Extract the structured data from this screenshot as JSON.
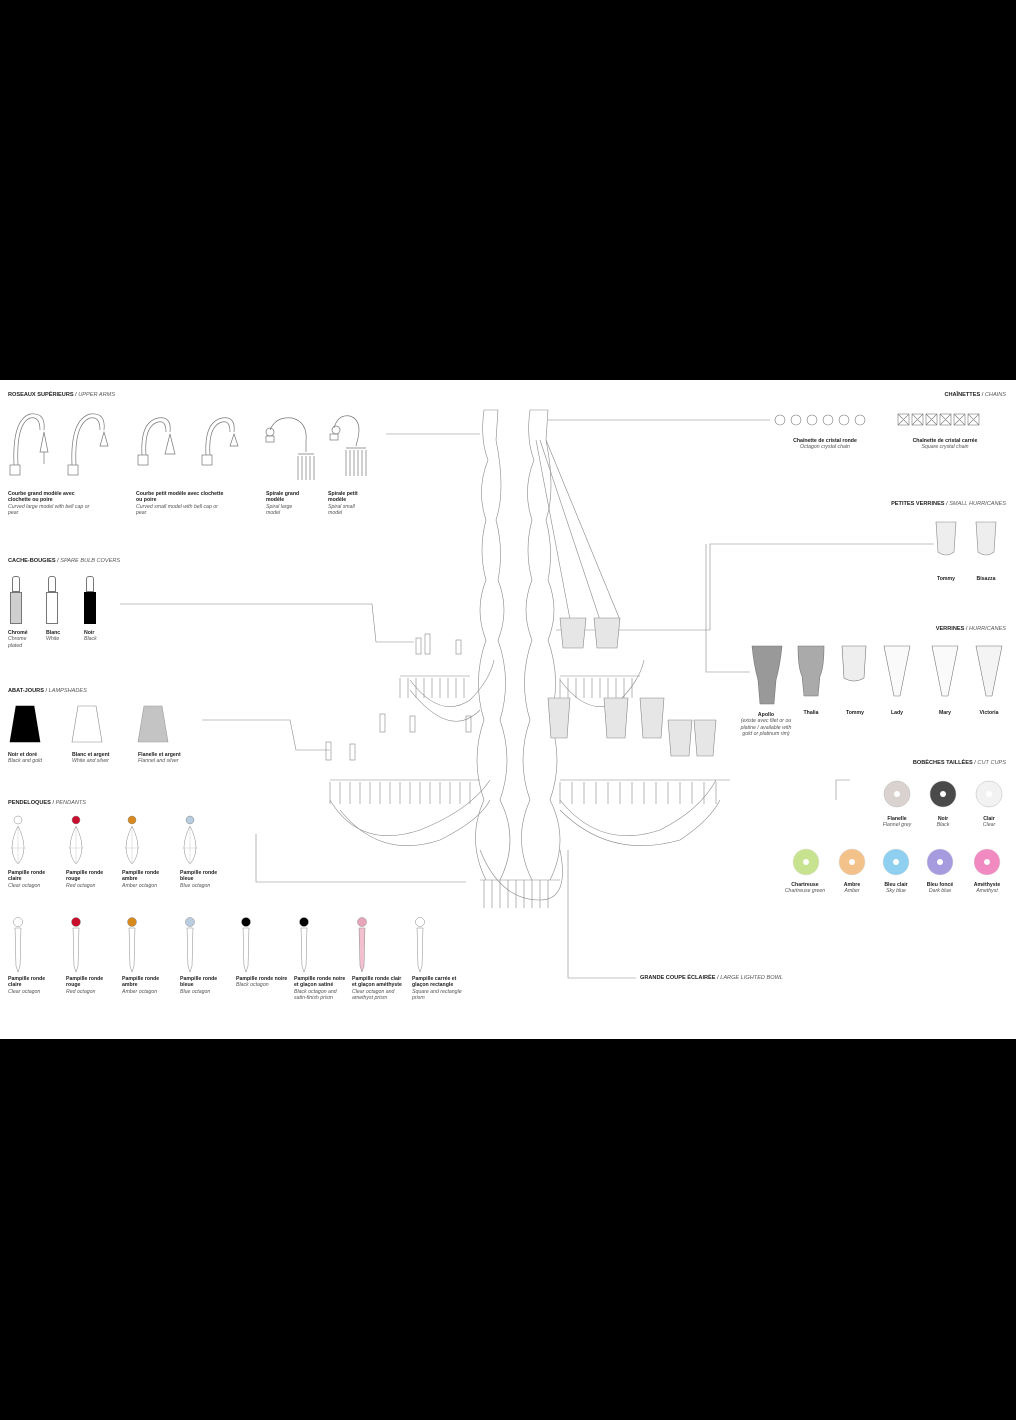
{
  "sections": {
    "upper_arms": {
      "title": "ROSEAUX SUPÉRIEURS",
      "title_en": "UPPER ARMS"
    },
    "bulb_covers": {
      "title": "CACHE-BOUGIES",
      "title_en": "SPARE BULB COVERS"
    },
    "lampshades": {
      "title": "ABAT-JOURS",
      "title_en": "LAMPSHADES"
    },
    "pendants": {
      "title": "PENDELOQUES",
      "title_en": "PENDANTS"
    },
    "chains": {
      "title": "CHAÎNETTES",
      "title_en": "CHAINS"
    },
    "small_hurricanes": {
      "title": "PETITES VERRINES",
      "title_en": "SMALL HURRICANES"
    },
    "hurricanes": {
      "title": "VERRINES",
      "title_en": "HURRICANES"
    },
    "cut_cups": {
      "title": "BOBÈCHES TAILLÉES",
      "title_en": "CUT CUPS"
    },
    "large_bowl": {
      "title": "GRANDE COUPE ÉCLAIRÉE",
      "title_en": "LARGE LIGHTED BOWL"
    }
  },
  "upper_arms": [
    {
      "fr": "Courbe grand modèle avec clochette ou poire",
      "en": "Curved large model with bell cap or pear"
    },
    {
      "fr": "Courbe petit modèle avec clochette ou poire",
      "en": "Curved small model with bell cap or pear"
    },
    {
      "fr": "Spirale grand modèle",
      "en": "Spiral large model"
    },
    {
      "fr": "Spirale petit modèle",
      "en": "Spiral small model"
    }
  ],
  "bulb_covers": [
    {
      "fr": "Chromé",
      "en": "Chrome plated",
      "color": "#cfcfcf"
    },
    {
      "fr": "Blanc",
      "en": "White",
      "color": "#ffffff"
    },
    {
      "fr": "Noir",
      "en": "Black",
      "color": "#000000"
    }
  ],
  "lampshades": [
    {
      "fr": "Noir et doré",
      "en": "Black and gold",
      "color": "#000000"
    },
    {
      "fr": "Blanc et argent",
      "en": "White and silver",
      "color": "#ffffff"
    },
    {
      "fr": "Flanelle et argent",
      "en": "Flannel and silver",
      "color": "#c4c4c4"
    }
  ],
  "pendants_row1": [
    {
      "fr": "Pampille ronde claire",
      "en": "Clear octagon",
      "color": "#ffffff"
    },
    {
      "fr": "Pampille ronde rouge",
      "en": "Red octagon",
      "color": "#c8102e"
    },
    {
      "fr": "Pampille ronde ambre",
      "en": "Amber octagon",
      "color": "#d98a1c"
    },
    {
      "fr": "Pampille ronde bleue",
      "en": "Blue octagon",
      "color": "#b9cde0"
    }
  ],
  "pendants_row2": [
    {
      "fr": "Pampille ronde claire",
      "en": "Clear octagon",
      "color": "#ffffff"
    },
    {
      "fr": "Pampille ronde rouge",
      "en": "Red octagon",
      "color": "#c8102e"
    },
    {
      "fr": "Pampille ronde ambre",
      "en": "Amber octagon",
      "color": "#d98a1c"
    },
    {
      "fr": "Pampille ronde bleue",
      "en": "Blue octagon",
      "color": "#b9cde0"
    },
    {
      "fr": "Pampille ronde noire",
      "en": "Black octagon",
      "color": "#000000"
    },
    {
      "fr": "Pampille ronde noire et glaçon satiné",
      "en": "Black octagon and satin-finish prism",
      "color": "#000000"
    },
    {
      "fr": "Pampille ronde clair et glaçon améthyste",
      "en": "Clear octagon and amethyst prism",
      "color": "#e8a4b8"
    },
    {
      "fr": "Pampille carrée et glaçon rectangle",
      "en": "Square and rectangle prism",
      "color": "#ffffff"
    }
  ],
  "chains": [
    {
      "fr": "Chaînette de cristal ronde",
      "en": "Octagon crystal chain"
    },
    {
      "fr": "Chaînette de cristal carrée",
      "en": "Square crystal chain"
    }
  ],
  "small_hurricanes": [
    {
      "fr": "Tommy"
    },
    {
      "fr": "Bisazza"
    }
  ],
  "hurricanes": [
    {
      "fr": "Apollo",
      "en": "(existe avec filet or ou platine / available with gold or platinum rim)"
    },
    {
      "fr": "Thalia"
    },
    {
      "fr": "Tommy"
    },
    {
      "fr": "Lady"
    },
    {
      "fr": "Mary"
    },
    {
      "fr": "Victoria"
    }
  ],
  "cups_row1": [
    {
      "fr": "Flanelle",
      "en": "Flannel grey",
      "color": "#d9d2cf"
    },
    {
      "fr": "Noir",
      "en": "Black",
      "color": "#4a4a4a"
    },
    {
      "fr": "Clair",
      "en": "Clear",
      "color": "#f2f2f2"
    }
  ],
  "cups_row2": [
    {
      "fr": "Chartreuse",
      "en": "Chartreuse green",
      "color": "#c8e38f"
    },
    {
      "fr": "Ambre",
      "en": "Amber",
      "color": "#f2c28a"
    },
    {
      "fr": "Bleu clair",
      "en": "Sky blue",
      "color": "#8fd0f0"
    },
    {
      "fr": "Bleu foncé",
      "en": "Dark blue",
      "color": "#a79be0"
    },
    {
      "fr": "Améthyste",
      "en": "Amethyst",
      "color": "#f08ac0"
    }
  ]
}
